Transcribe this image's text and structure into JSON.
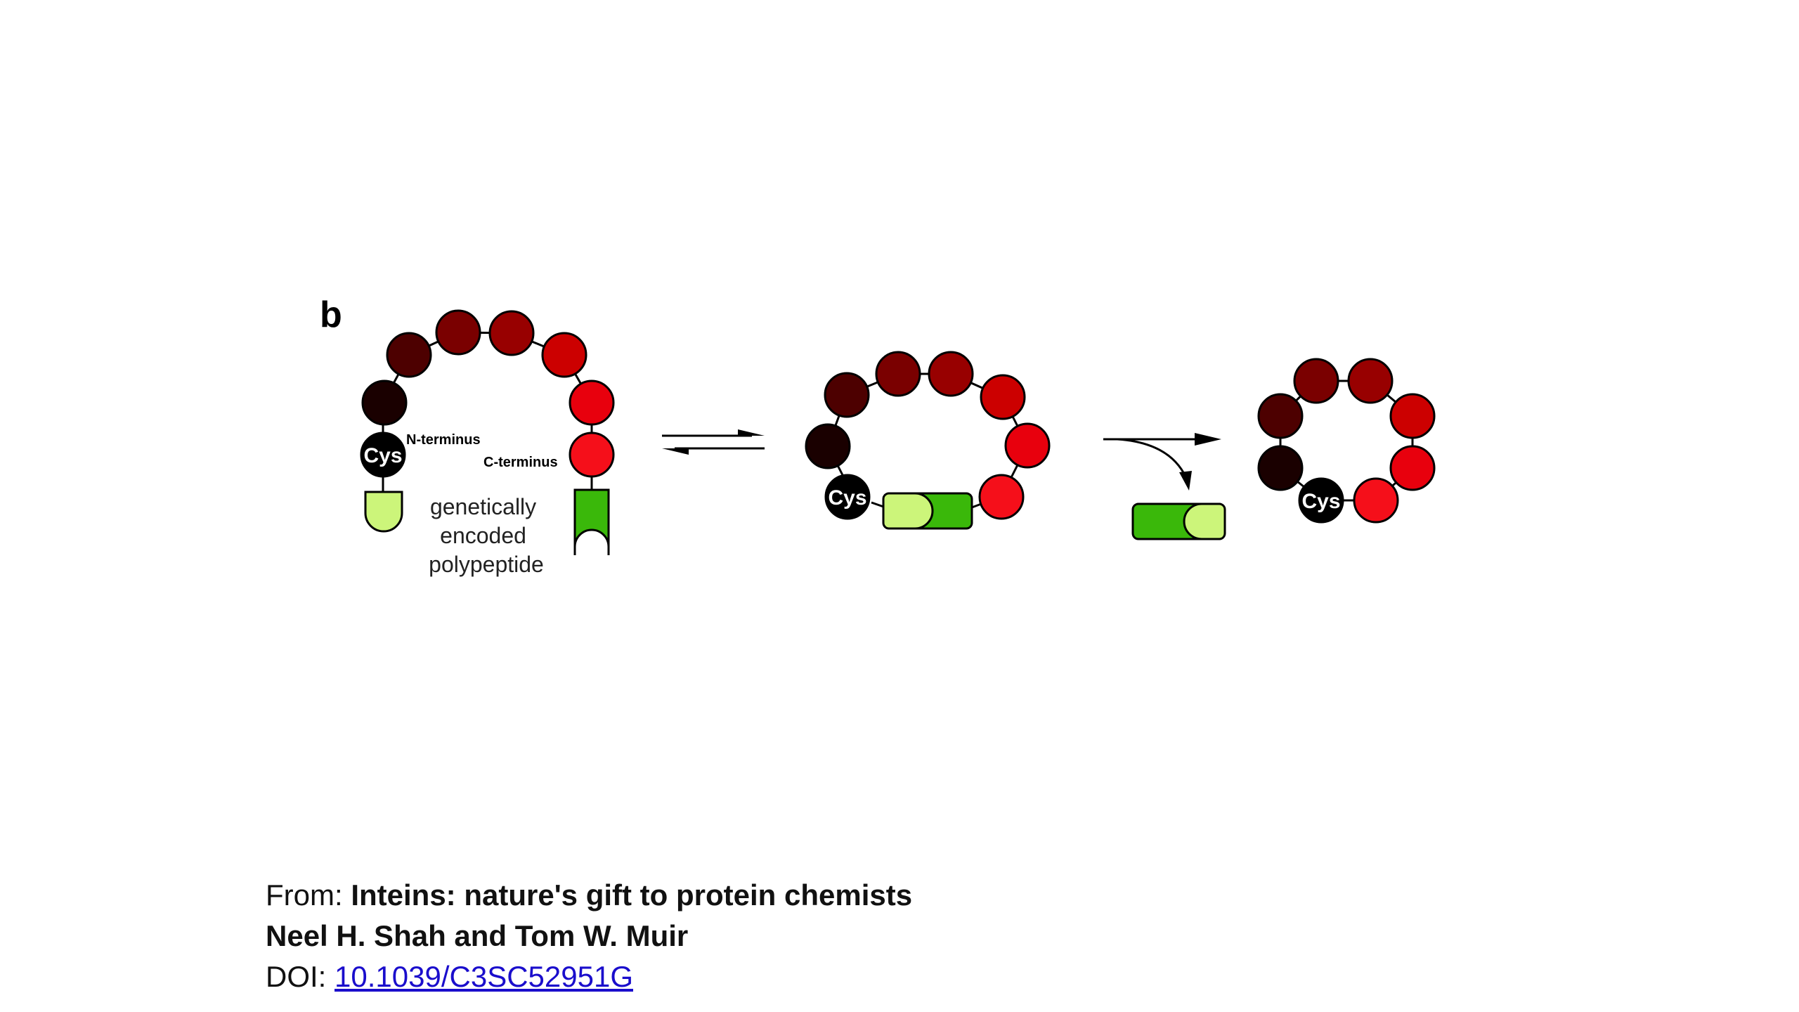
{
  "figure": {
    "panel_label": "b",
    "cys_label": "Cys",
    "n_terminus_label": "N-terminus",
    "c_terminus_label": "C-terminus",
    "polypeptide_label": [
      "genetically",
      "encoded",
      "polypeptide"
    ],
    "colors": {
      "residue_gradient": [
        "#1a0000",
        "#4d0000",
        "#7a0000",
        "#980000",
        "#cc0000",
        "#e8000d",
        "#f50f1a"
      ],
      "intein_n": "#ccf57a",
      "intein_c": "#3ab80a",
      "cys": "#000000",
      "outline": "#000000"
    }
  },
  "caption": {
    "from_prefix": "From: ",
    "title": "Inteins: nature's gift to protein chemists",
    "authors": "Neel H. Shah and Tom W. Muir",
    "doi_prefix": "DOI: ",
    "doi_text": "10.1039/C3SC52951G"
  }
}
